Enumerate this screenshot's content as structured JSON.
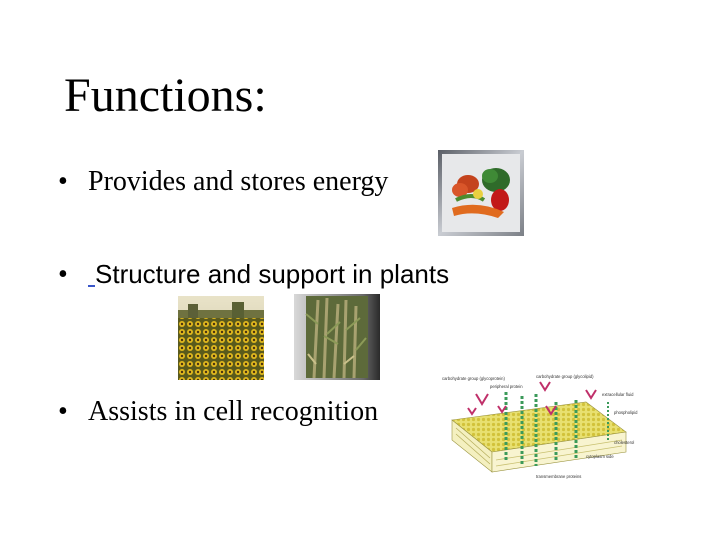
{
  "slide": {
    "title": "Functions:",
    "bullet_symbol": "•",
    "bullets": [
      {
        "text": "Provides and stores energy"
      },
      {
        "prefix": " ",
        "text": "Structure and support in plants"
      },
      {
        "text": "Assists in cell recognition"
      }
    ]
  },
  "images": {
    "vegetables": "vegetables-photo",
    "sunflowers": "sunflower-field-photo",
    "corn": "corn-stalks-photo",
    "membrane": "cell-membrane-diagram"
  },
  "diagram_labels": {
    "carbohydrate_protein": "carbohydrate group (glycoprotein)",
    "peripheral_protein": "peripheral protein",
    "carbohydrate_lipid": "carbohydrate group (glycolipid)",
    "extracellular": "extracellular fluid",
    "phospholipid": "phospholipid",
    "cholesterol": "cholesterol",
    "cytoplasm": "cytoplasm side",
    "transmembrane": "transmembrane proteins"
  }
}
